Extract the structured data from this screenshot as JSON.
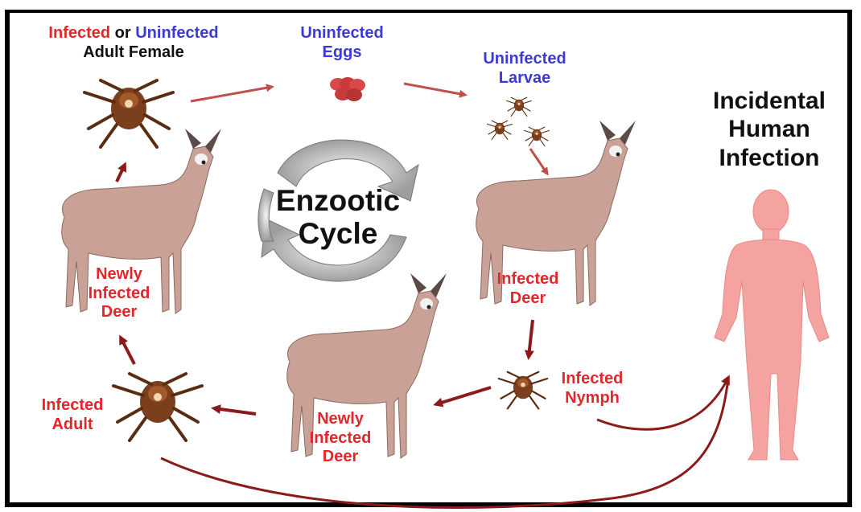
{
  "labels": {
    "adult_female_infected": "Infected",
    "adult_female_or": "or",
    "adult_female_uninfected": "Uninfected",
    "adult_female_line2": "Adult Female",
    "eggs_line1": "Uninfected",
    "eggs_line2": "Eggs",
    "larvae_line1": "Uninfected",
    "larvae_line2": "Larvae",
    "human_line1": "Incidental",
    "human_line2": "Human",
    "human_line3": "Infection",
    "cycle_line1": "Enzootic",
    "cycle_line2": "Cycle",
    "left_deer_line1": "Newly",
    "left_deer_line2": "Infected",
    "left_deer_line3": "Deer",
    "right_deer_line1": "Infected",
    "right_deer_line2": "Deer",
    "nymph_line1": "Infected",
    "nymph_line2": "Nymph",
    "adult_line1": "Infected",
    "adult_line2": "Adult",
    "mid_deer_line1": "Newly",
    "mid_deer_line2": "Infected",
    "mid_deer_line3": "Deer"
  },
  "colors": {
    "infected": "#e3262b",
    "uninfected": "#3d39d8",
    "arrow": "#c0504d",
    "arrow_dark": "#8b1a1a",
    "deer": "#c9a196",
    "human": "#f4a3a0",
    "tick": "#7b3f1e"
  },
  "icons": [
    "tick-icon",
    "eggs-icon",
    "larvae-icon",
    "deer-icon",
    "human-icon",
    "nymph-icon",
    "cycle-arrows-icon"
  ]
}
